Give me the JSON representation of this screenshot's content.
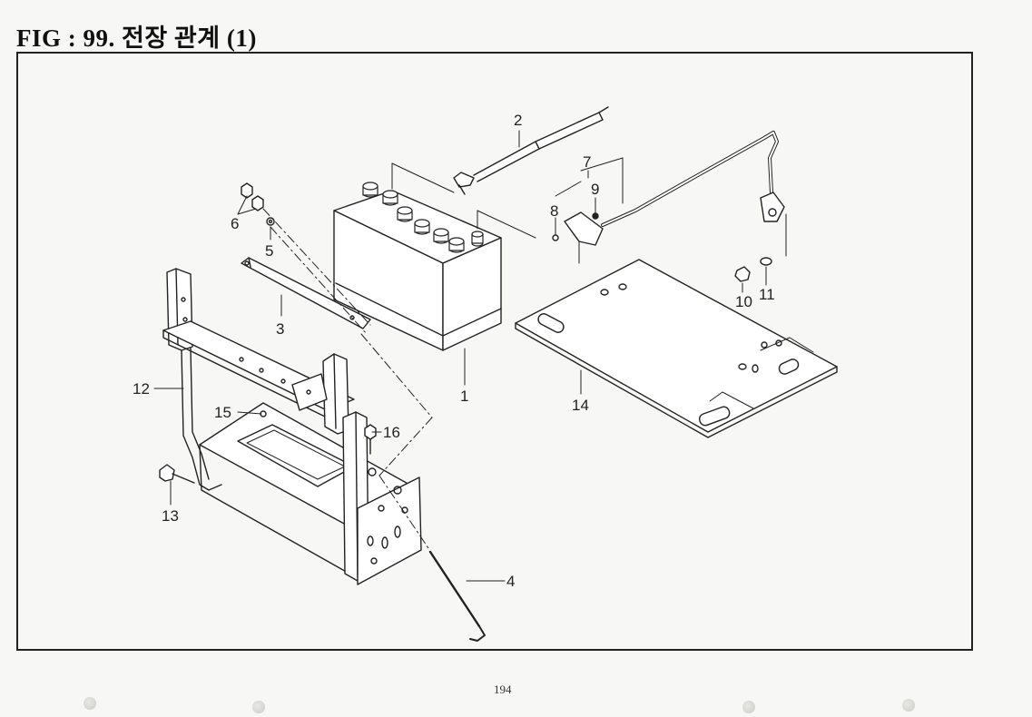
{
  "header": {
    "title": "FIG : 99.  전장 관계 (1)"
  },
  "footer": {
    "page_number": "194"
  },
  "callouts": {
    "c1": "1",
    "c2": "2",
    "c3": "3",
    "c4": "4",
    "c5": "5",
    "c6": "6",
    "c7": "7",
    "c8": "8",
    "c9": "9",
    "c10": "10",
    "c11": "11",
    "c12": "12",
    "c13": "13",
    "c14": "14",
    "c15": "15",
    "c16": "16"
  },
  "colors": {
    "ink": "#222222",
    "paper": "#f7f7f5"
  }
}
